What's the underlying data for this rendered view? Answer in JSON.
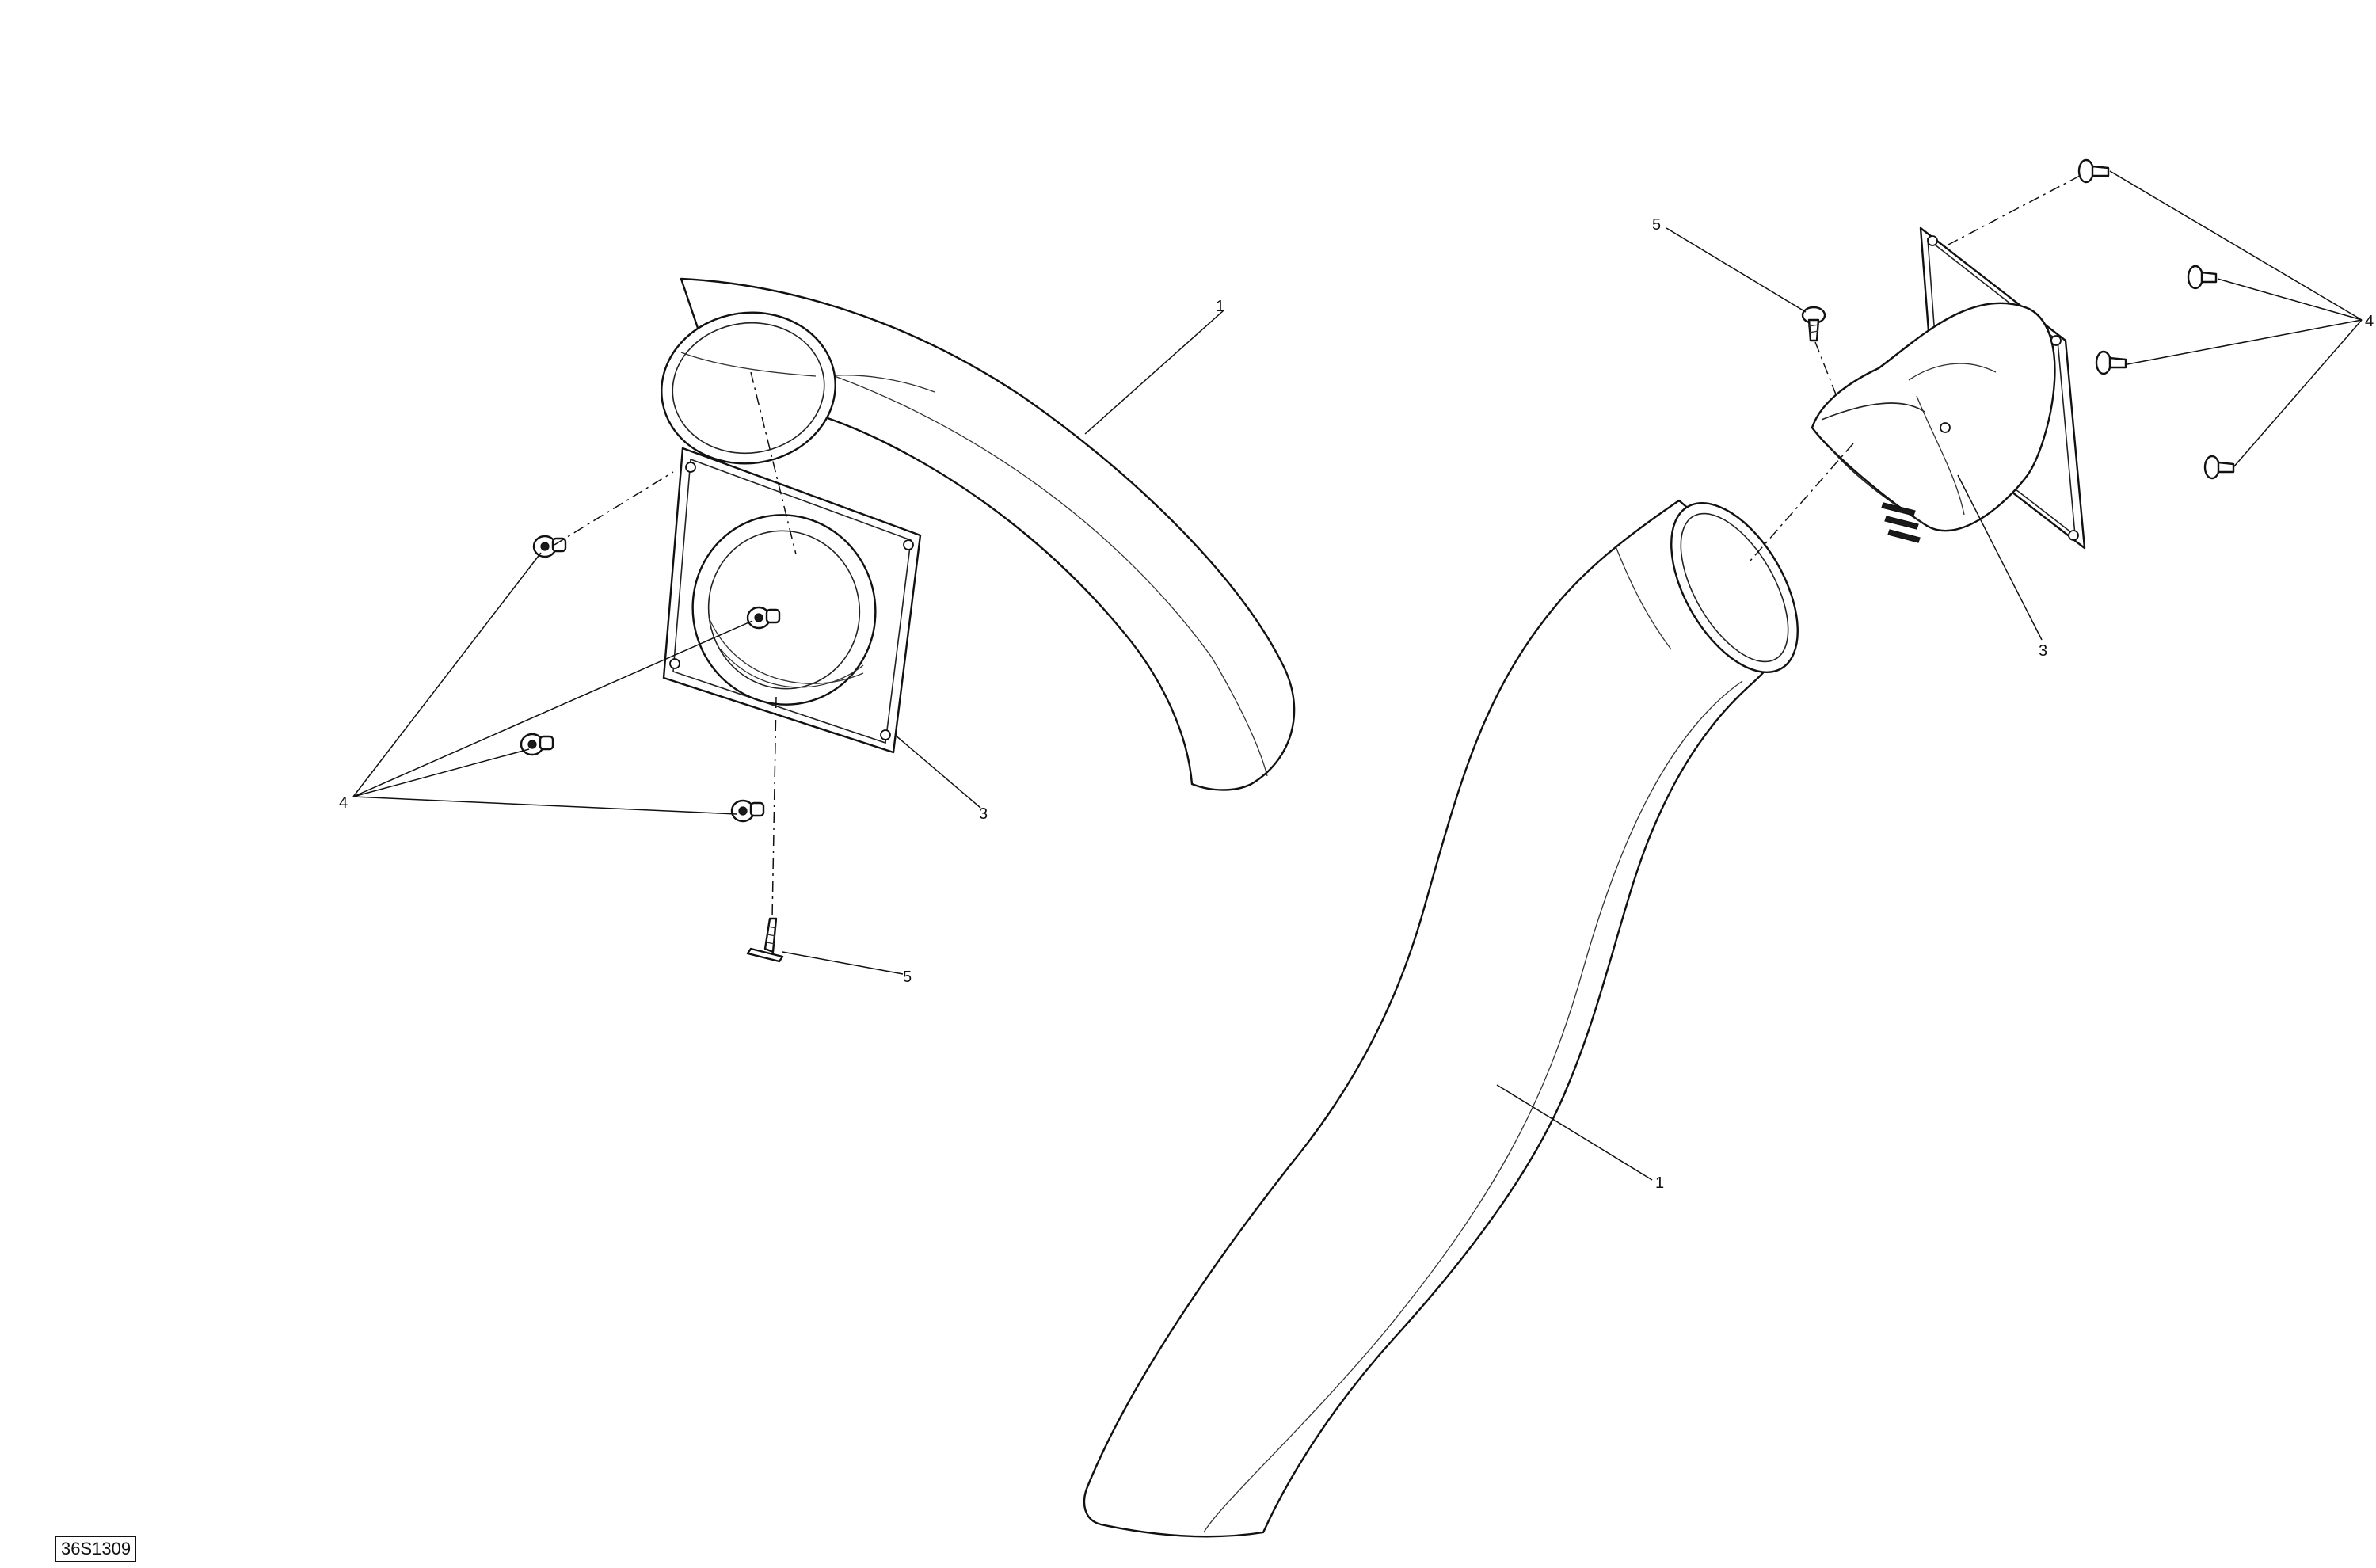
{
  "diagram": {
    "reference_code": "36S1309",
    "callouts": {
      "left_hose": "1",
      "left_adapter": "3",
      "left_rivets": "4",
      "left_screw": "5",
      "right_hose": "1",
      "right_adapter": "3",
      "right_rivets": "4",
      "right_screw": "5"
    }
  }
}
